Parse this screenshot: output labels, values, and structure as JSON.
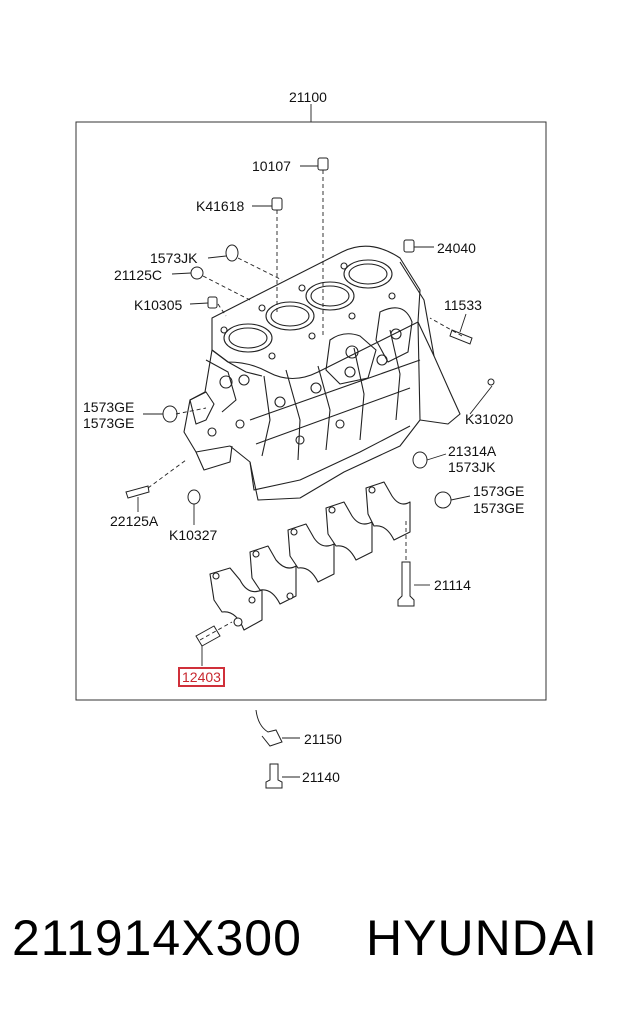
{
  "diagram": {
    "assembly_label": "21100",
    "parts": [
      {
        "id": "p10107",
        "label": "10107"
      },
      {
        "id": "pK41618",
        "label": "K41618"
      },
      {
        "id": "p1573JK_top",
        "label": "1573JK"
      },
      {
        "id": "p24040",
        "label": "24040"
      },
      {
        "id": "p21125C",
        "label": "21125C"
      },
      {
        "id": "pK10305",
        "label": "K10305"
      },
      {
        "id": "p11533",
        "label": "11533"
      },
      {
        "id": "p1573GE_left_a",
        "label": "1573GE"
      },
      {
        "id": "p1573GE_left_b",
        "label": "1573GE"
      },
      {
        "id": "pK31020",
        "label": "K31020"
      },
      {
        "id": "p21314A",
        "label": "21314A"
      },
      {
        "id": "p1573JK_right",
        "label": "1573JK"
      },
      {
        "id": "p1573GE_right_a",
        "label": "1573GE"
      },
      {
        "id": "p1573GE_right_b",
        "label": "1573GE"
      },
      {
        "id": "p22125A",
        "label": "22125A"
      },
      {
        "id": "pK10327",
        "label": "K10327"
      },
      {
        "id": "p21114",
        "label": "21114"
      },
      {
        "id": "p12403",
        "label": "12403"
      },
      {
        "id": "p21150",
        "label": "21150"
      },
      {
        "id": "p21140",
        "label": "21140"
      }
    ],
    "highlight_color": "#d0303a"
  },
  "caption": {
    "part_number": "211914X300",
    "brand": "HYUNDAI"
  }
}
